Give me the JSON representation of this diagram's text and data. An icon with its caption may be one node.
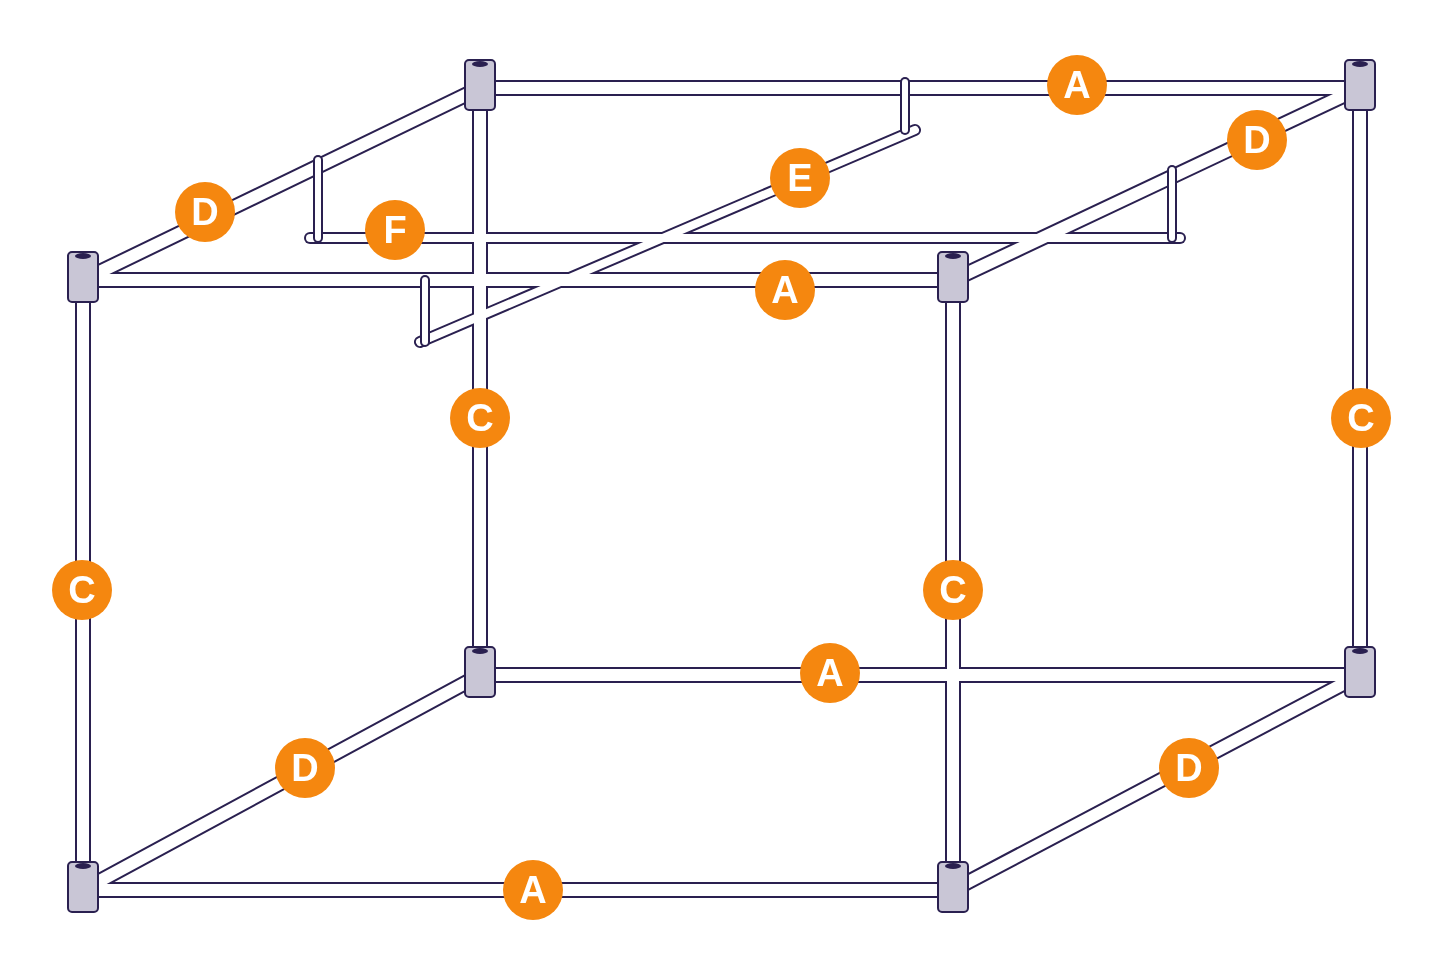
{
  "diagram": {
    "labels": [
      "A",
      "D",
      "E",
      "D",
      "F",
      "A",
      "C",
      "C",
      "C",
      "C",
      "A",
      "D",
      "D",
      "A"
    ]
  }
}
